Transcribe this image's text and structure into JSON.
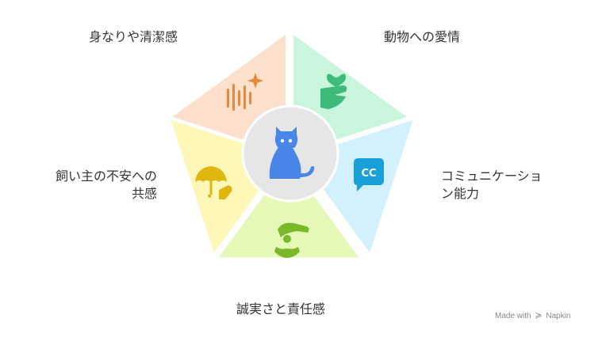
{
  "diagram": {
    "segments": [
      {
        "id": "grooming",
        "label_lines": [
          "身なりや清潔感"
        ],
        "fill": "#fce0cc",
        "icon": "sound-sparkle-icon",
        "icon_color": "#e8883a"
      },
      {
        "id": "animal-love",
        "label_lines": [
          "動物への愛情"
        ],
        "fill": "#c8f5dc",
        "icon": "heart-hand-icon",
        "icon_color": "#3dbb7a"
      },
      {
        "id": "communication",
        "label_lines": [
          "コミュニケーショ",
          "ン能力"
        ],
        "fill": "#d2f1fc",
        "icon": "closed-caption-icon",
        "icon_color": "#1aa0d8"
      },
      {
        "id": "honesty",
        "label_lines": [
          "誠実さと責任感"
        ],
        "fill": "#e6f8b8",
        "icon": "caring-hand-person-icon",
        "icon_color": "#78b829"
      },
      {
        "id": "empathy",
        "label_lines": [
          "飼い主の不安への",
          "共感"
        ],
        "fill": "#fef7b8",
        "icon": "umbrella-protect-icon",
        "icon_color": "#e0b610"
      }
    ],
    "center": {
      "icon": "cat-icon",
      "circle_fill": "#e6e6e6",
      "icon_color": "#4a86e8"
    }
  },
  "watermark": {
    "text_pre": "Made with",
    "brand": "Napkin"
  }
}
